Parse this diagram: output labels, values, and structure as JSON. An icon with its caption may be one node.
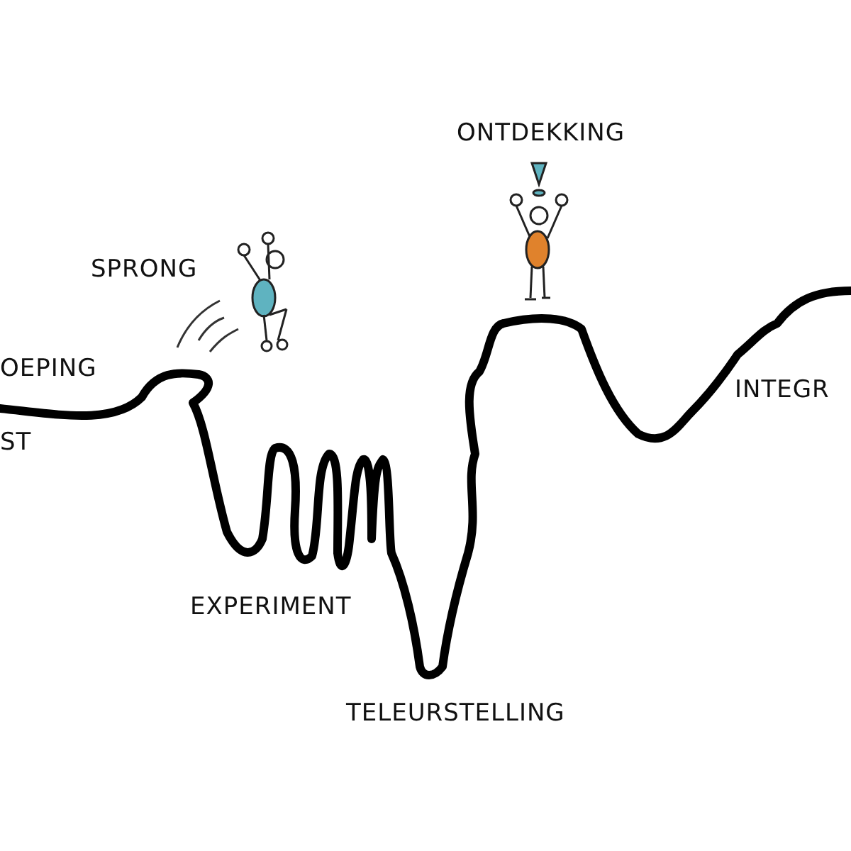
{
  "diagram": {
    "labels": [
      "ONTDEKKING",
      "SPRONG",
      "OEPING",
      "INTEGR",
      "ST",
      "EXPERIMENT",
      "TELEURSTELLING"
    ]
  }
}
